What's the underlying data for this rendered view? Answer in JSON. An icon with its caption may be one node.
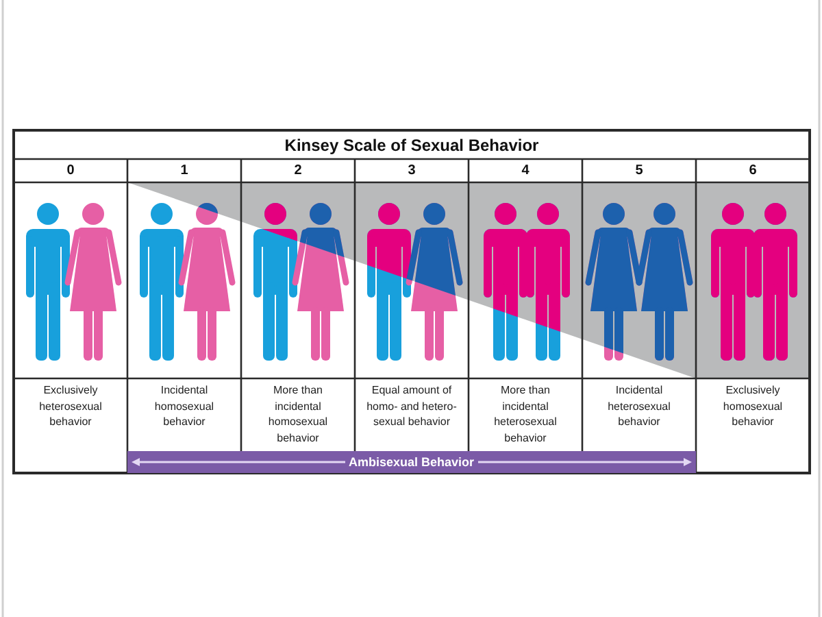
{
  "diagram": {
    "title": "Kinsey Scale of Sexual Behavior",
    "labels": [
      "0",
      "1",
      "2",
      "3",
      "4",
      "5",
      "6",
      "Exclusively heterosexual behavior",
      "Incidental homosexual behavior",
      "More than incidental homosexual behavior",
      "Equal amount of homo- and hetero-sexual behavior",
      "More than incidental heterosexual behavior",
      "Incidental heterosexual behavior",
      "Exclusively homosexual behavior",
      "Ambisexual Behavior"
    ]
  }
}
